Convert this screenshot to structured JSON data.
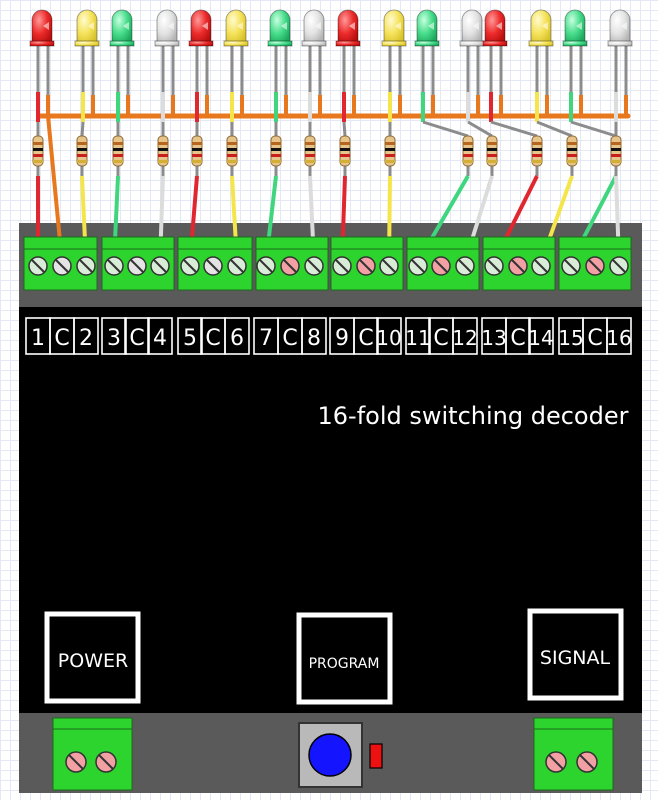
{
  "decoder": {
    "title": "16-fold switching decoder",
    "terminal_labels": [
      "1",
      "C",
      "2",
      "3",
      "C",
      "4",
      "5",
      "C",
      "6",
      "7",
      "C",
      "8",
      "9",
      "C",
      "10",
      "11",
      "C",
      "12",
      "13",
      "C",
      "14",
      "15",
      "C",
      "16"
    ],
    "power_label": "POWER",
    "program_label": "PROGRAM",
    "signal_label": "SIGNAL"
  },
  "leds": [
    {
      "color": "red"
    },
    {
      "color": "yellow"
    },
    {
      "color": "green"
    },
    {
      "color": "white"
    },
    {
      "color": "red"
    },
    {
      "color": "yellow"
    },
    {
      "color": "green"
    },
    {
      "color": "white"
    },
    {
      "color": "red"
    },
    {
      "color": "yellow"
    },
    {
      "color": "green"
    },
    {
      "color": "white"
    },
    {
      "color": "red"
    },
    {
      "color": "yellow"
    },
    {
      "color": "green"
    },
    {
      "color": "white"
    }
  ],
  "colors": {
    "board": "#000000",
    "terminal_strip": "#595959",
    "terminal_block": "#2ed42e",
    "common_wire": "#e8781e",
    "red": "#e0262e",
    "yellow": "#f4e64a",
    "green": "#3fd67e",
    "white": "#dcdcdc",
    "button": "#1414ff"
  }
}
